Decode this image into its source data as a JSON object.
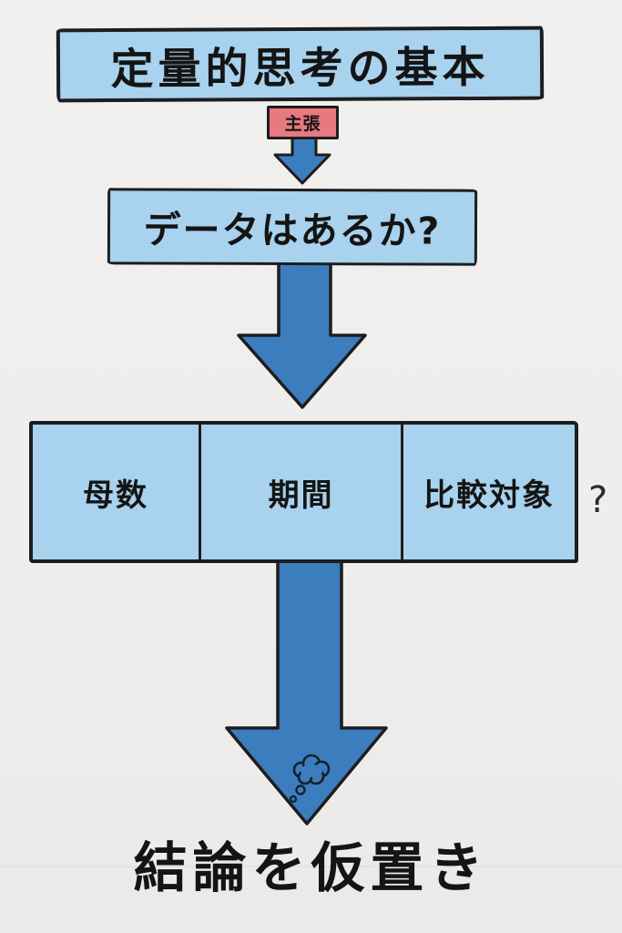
{
  "palette": {
    "background": "#efeeec",
    "box_blue": "#a8d2ee",
    "arrow_blue": "#3c7dbe",
    "claim_red": "#e8797f",
    "ink": "#1d1d1f",
    "crease_line": "#d8d0cc"
  },
  "flowchart": {
    "title": "定量的思考の基本",
    "claim_label": "主張",
    "question_box_label": "データはあるか?",
    "factors": [
      "母数",
      "期間",
      "比較対象"
    ],
    "uncertainty_mark": "?",
    "conclusion_label": "結論を仮置き",
    "icons": {
      "claim_arrow": "down-arrow-icon",
      "flow_arrow": "down-arrow-icon",
      "conclusion_arrow": "down-arrow-icon",
      "thought_bubble": "thought-bubble-icon"
    }
  }
}
